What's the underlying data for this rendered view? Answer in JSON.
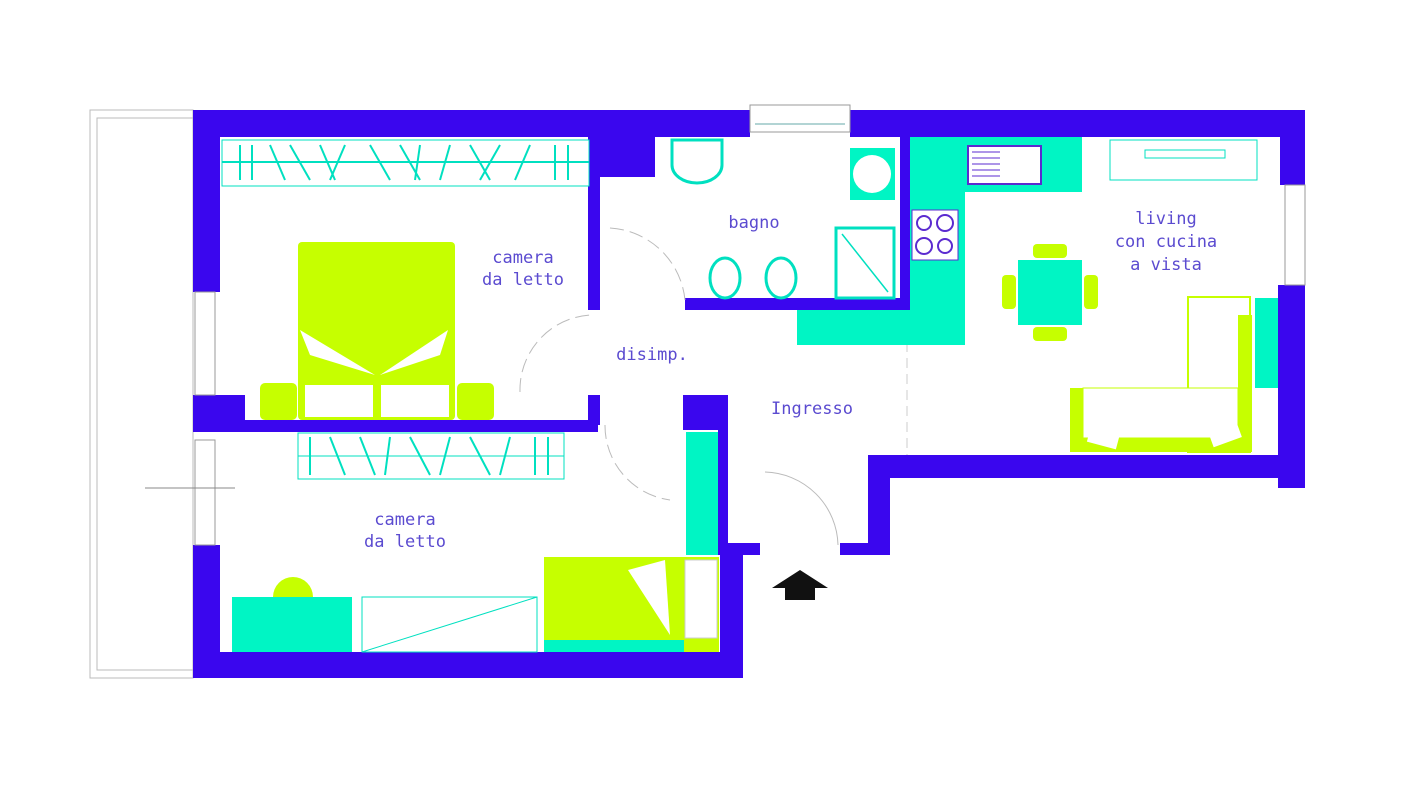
{
  "rooms": {
    "bedroom1": [
      "camera",
      "da letto"
    ],
    "bathroom": "bagno",
    "living": [
      "living",
      "con cucina",
      "a vista"
    ],
    "hallway": "disimp.",
    "entrance": "Ingresso",
    "bedroom2": [
      "camera",
      "da letto"
    ]
  },
  "colors": {
    "wall": "#3a06ee",
    "teal": "#00f5c4",
    "lime": "#c6ff00",
    "text": "#5b4bd0"
  }
}
